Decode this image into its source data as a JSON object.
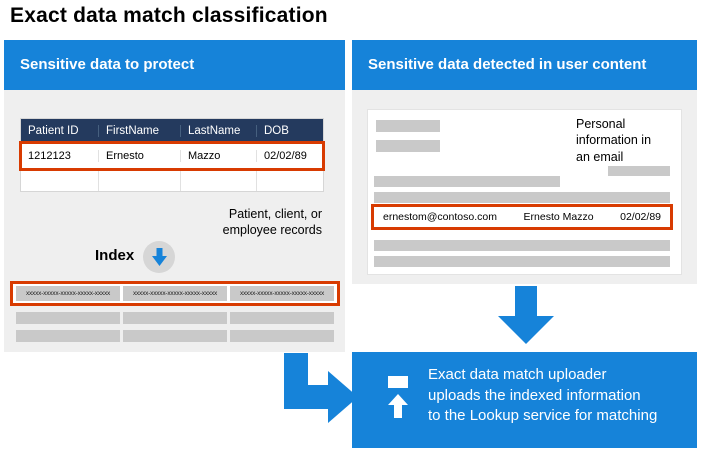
{
  "title": "Exact data match classification",
  "left_panel": {
    "header": "Sensitive data to protect",
    "table": {
      "headers": [
        "Patient ID",
        "FirstName",
        "LastName",
        "DOB"
      ],
      "row": [
        "1212123",
        "Ernesto",
        "Mazzo",
        "02/02/89"
      ]
    },
    "caption": "Patient, client, or employee records",
    "index_label": "Index",
    "hash_cells": [
      "xxxxx-xxxxx-xxxxx-xxxxx-xxxxx",
      "xxxxx-xxxxx-xxxxx-xxxxx-xxxxx",
      "xxxxx-xxxxx-xxxxx-xxxxx-xxxxx"
    ]
  },
  "right_panel": {
    "header": "Sensitive data detected in user content",
    "note": "Personal information in an email",
    "match_row": {
      "email": "ernestom@contoso.com",
      "name": "Ernesto Mazzo",
      "dob": "02/02/89"
    }
  },
  "uploader": {
    "text_lines": [
      "Exact data match uploader",
      "uploads the indexed information",
      "to the Lookup service for matching"
    ]
  },
  "colors": {
    "header_blue": "#1683d9",
    "table_header_navy": "#243a5e",
    "highlight_orange": "#d83b01",
    "placeholder_gray": "#c9c9c9",
    "panel_gray": "#efefef"
  }
}
